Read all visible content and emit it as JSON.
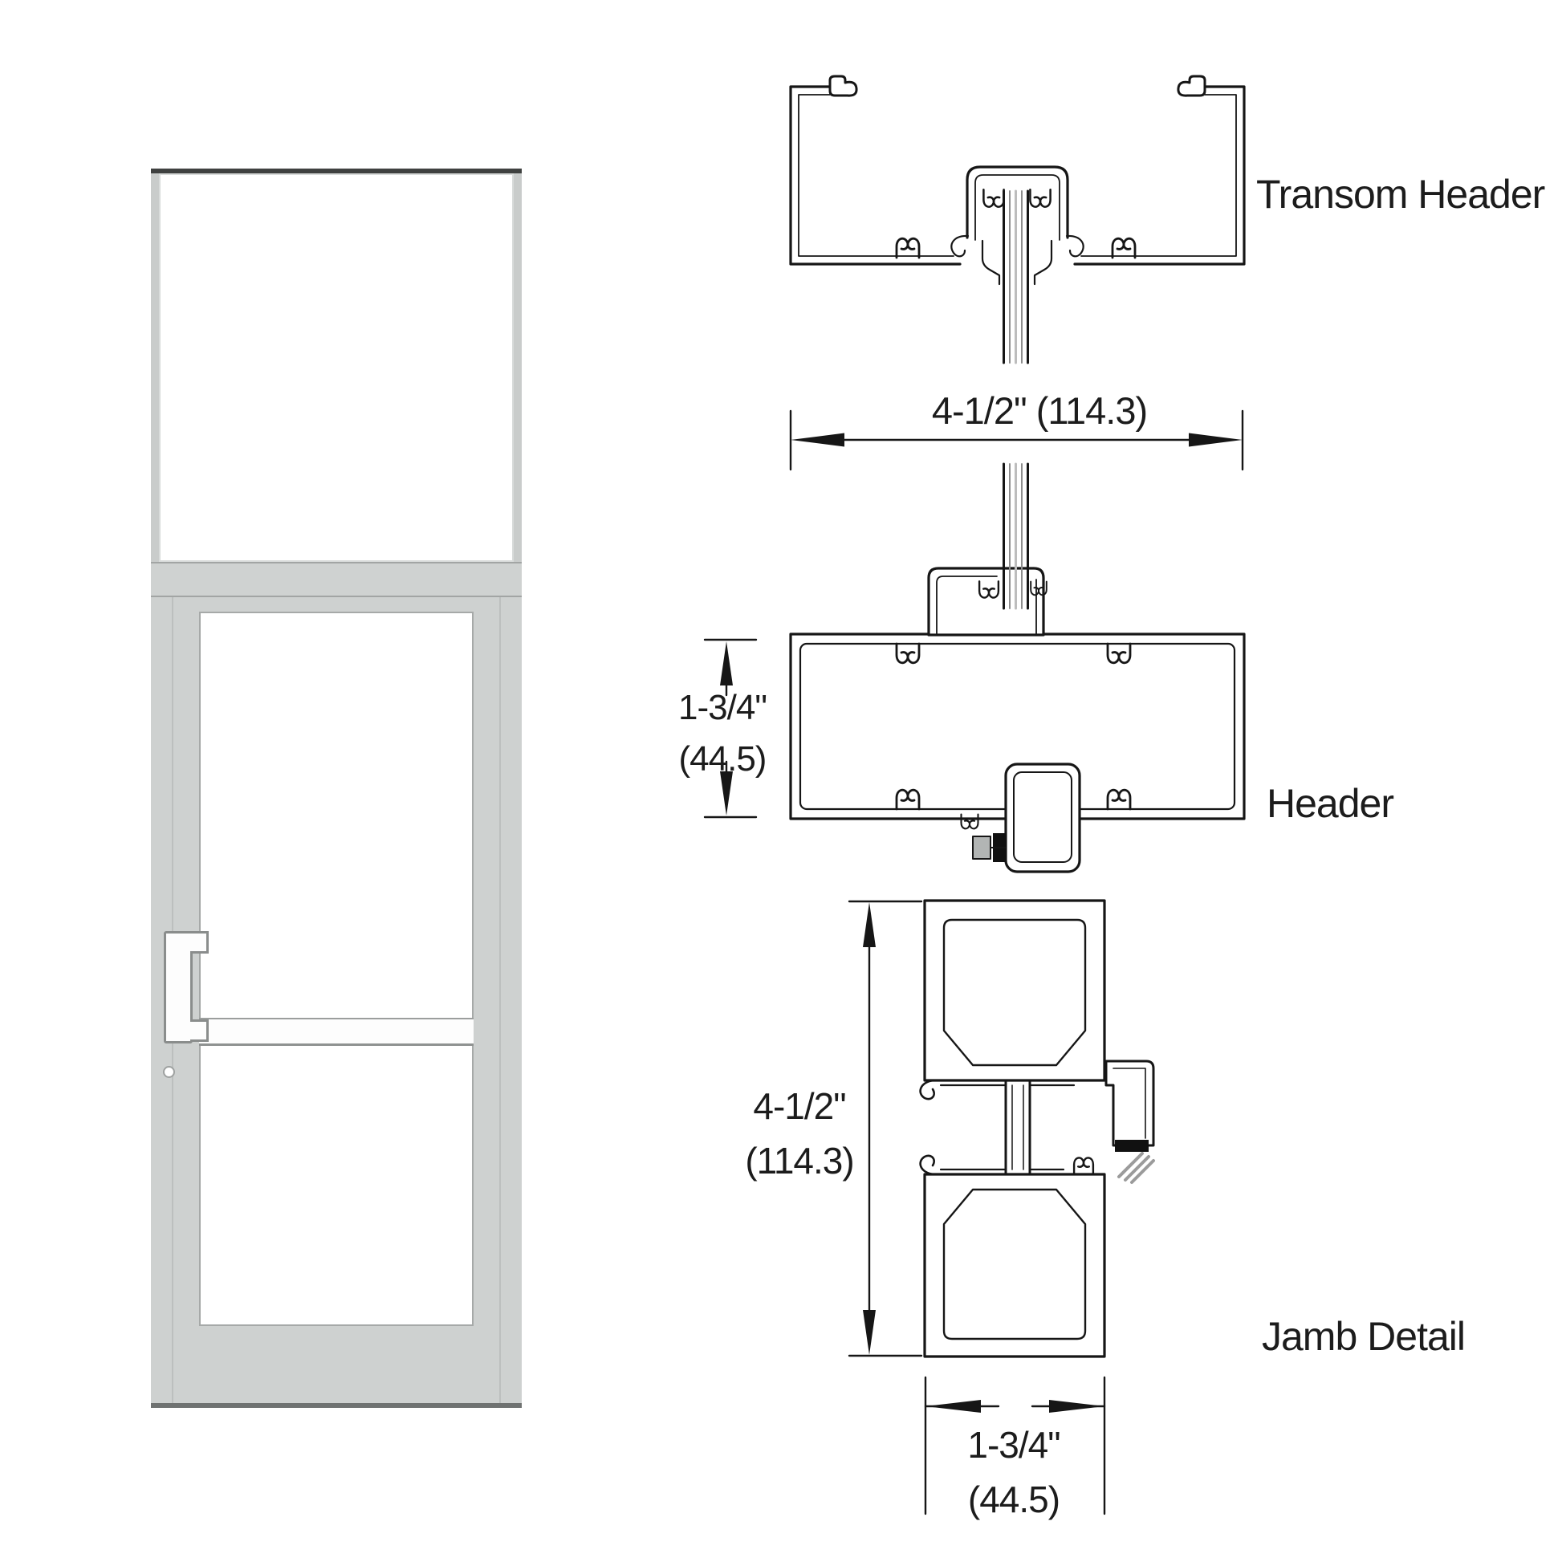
{
  "diagram": {
    "labels": {
      "transom_header": "Transom Header",
      "header": "Header",
      "jamb_detail": "Jamb Detail"
    },
    "dimensions": {
      "transom_width": "4-1/2\" (114.3)",
      "header_height": [
        "1-3/4\"",
        "(44.5)"
      ],
      "jamb_height": [
        "4-1/2\"",
        "(114.3)"
      ],
      "jamb_width": [
        "1-3/4\"",
        "(44.5)"
      ]
    },
    "colors": {
      "line": "#161616",
      "frame_gray": "#ced1d0",
      "glass_white": "#ffffff",
      "gasket_black": "#111111",
      "hatch_gray": "#9b9b9b"
    }
  }
}
